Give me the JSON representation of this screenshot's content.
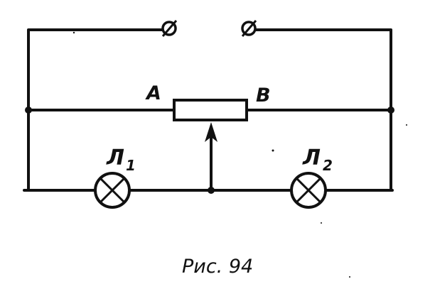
{
  "labels": {
    "point_a": "A",
    "point_b": "B",
    "lamp1": {
      "letter": "Л",
      "index": "1"
    },
    "lamp2": {
      "letter": "Л",
      "index": "2"
    }
  },
  "caption": "Рис. 94",
  "colors": {
    "ink": "#111111",
    "paper": "#ffffff"
  }
}
